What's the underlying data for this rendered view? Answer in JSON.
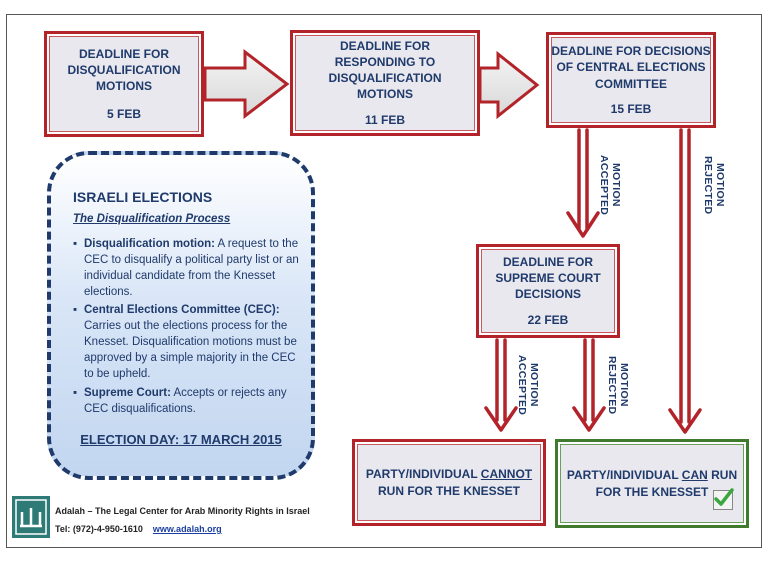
{
  "boxes": {
    "disqualification_motions": {
      "title": "DEADLINE FOR DISQUALIFICATION MOTIONS",
      "date": "5 FEB"
    },
    "responding": {
      "title": "DEADLINE FOR RESPONDING TO DISQUALIFICATION MOTIONS",
      "date": "11 FEB"
    },
    "cec_decisions": {
      "title": "DEADLINE FOR DECISIONS OF CENTRAL ELECTIONS COMMITTEE",
      "date": "15 FEB"
    },
    "supreme_court": {
      "title": "DEADLINE FOR SUPREME COURT DECISIONS",
      "date": "22 FEB"
    },
    "cannot_run": {
      "pre": "PARTY/INDIVIDUAL ",
      "emph": "CANNOT",
      "post": "RUN FOR THE KNESSET"
    },
    "can_run": {
      "pre": "PARTY/INDIVIDUAL ",
      "emph": "CAN",
      "post": " RUN",
      "line2": "FOR THE KNESSET"
    }
  },
  "arrow_labels": {
    "cec_accepted": "MOTION ACCEPTED",
    "cec_rejected": "MOTION REJECTED",
    "sc_accepted": "MOTION ACCEPTED",
    "sc_rejected": "MOTION REJECTED"
  },
  "info": {
    "title": "ISRAELI ELECTIONS",
    "subtitle": "The Disqualification Process",
    "items": [
      {
        "term": "Disqualification motion:",
        "text": " A request to the CEC to disqualify a political party list or an individual candidate from the Knesset elections."
      },
      {
        "term": "Central Elections Committee (CEC):",
        "text": " Carries out the elections process for the Knesset. Disqualification motions must be approved by a simple majority in the CEC to be upheld."
      },
      {
        "term": "Supreme Court:",
        "text": " Accepts or rejects any CEC disqualifications."
      }
    ],
    "election_day": "ELECTION DAY: 17 MARCH 2015"
  },
  "footer": {
    "org": "Adalah – The Legal Center for Arab Minority Rights in Israel",
    "tel": "Tel: (972)-4-950-1610",
    "website": "www.adalah.org"
  },
  "colors": {
    "red": "#b2242a",
    "green": "#3f7a2e",
    "navy": "#1f3a6b"
  }
}
